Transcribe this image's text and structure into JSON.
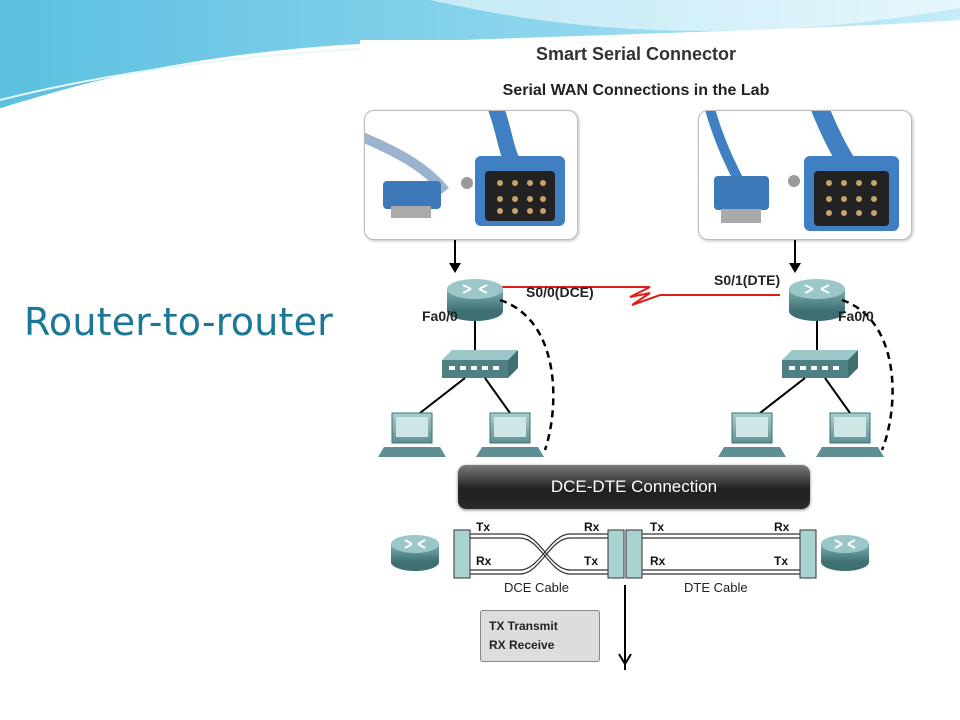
{
  "slide": {
    "title": "Router-to-router"
  },
  "figure": {
    "title": "Smart Serial Connector",
    "subtitle": "Serial WAN Connections in the Lab",
    "left_router": {
      "serial_label": "S0/0(DCE)",
      "fa_label": "Fa0/0"
    },
    "right_router": {
      "serial_label": "S0/1(DTE)",
      "fa_label": "Fa0/0"
    },
    "banner": "DCE-DTE Connection",
    "cable": {
      "left_tx": "Tx",
      "left_rx": "Rx",
      "mid_left_rx": "Rx",
      "mid_left_tx": "Tx",
      "mid_right_tx": "Tx",
      "mid_right_rx": "Rx",
      "right_rx": "Rx",
      "right_tx": "Tx",
      "dce_cable": "DCE Cable",
      "dte_cable": "DTE Cable"
    },
    "legend": {
      "line1": "TX Transmit",
      "line2": "RX Receive"
    },
    "colors": {
      "wan_link": "#e41b1b",
      "router": "#5a8f92",
      "cable_blue": "#3f7fc2",
      "title": "#1a7796"
    }
  }
}
